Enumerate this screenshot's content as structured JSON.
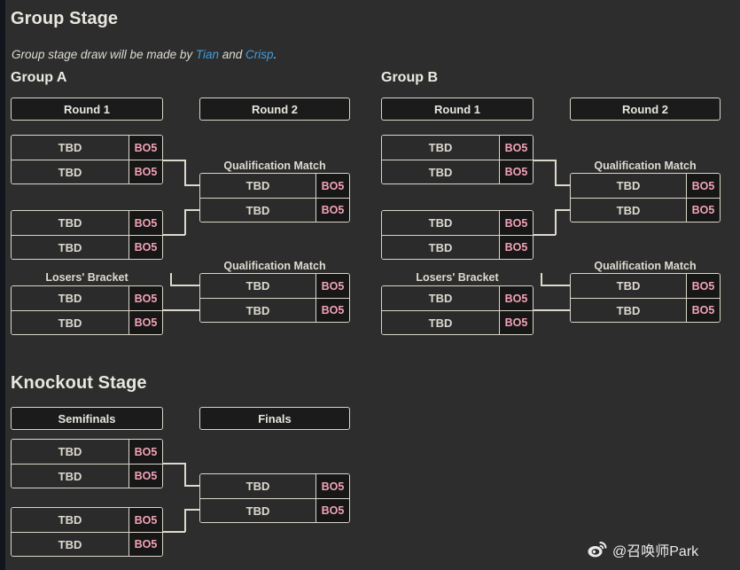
{
  "theme": {
    "page_bg": "#2d2d2d",
    "strip": "#11161d",
    "line": "#dddacd",
    "text": "#e8e6dd",
    "bo_text": "#f2a2b6",
    "bo_bg": "#171717",
    "link": "#3f9fe3"
  },
  "group_stage": {
    "heading": "Group Stage",
    "note": {
      "before": "Group stage draw will be made by ",
      "link1": "Tian",
      "middle": " and ",
      "link2": "Crisp",
      "after": "."
    },
    "groups": [
      {
        "title": "Group A",
        "round1_label": "Round 1",
        "round2_label": "Round 2",
        "losers_caption": "Losers' Bracket",
        "qual_caption_1": "Qualification Match",
        "qual_caption_2": "Qualification Match",
        "matches": {
          "r1_m1": [
            {
              "team": "TBD",
              "bo": "BO5"
            },
            {
              "team": "TBD",
              "bo": "BO5"
            }
          ],
          "r1_m2": [
            {
              "team": "TBD",
              "bo": "BO5"
            },
            {
              "team": "TBD",
              "bo": "BO5"
            }
          ],
          "losers": [
            {
              "team": "TBD",
              "bo": "BO5"
            },
            {
              "team": "TBD",
              "bo": "BO5"
            }
          ],
          "qual1": [
            {
              "team": "TBD",
              "bo": "BO5"
            },
            {
              "team": "TBD",
              "bo": "BO5"
            }
          ],
          "qual2": [
            {
              "team": "TBD",
              "bo": "BO5"
            },
            {
              "team": "TBD",
              "bo": "BO5"
            }
          ]
        }
      },
      {
        "title": "Group B",
        "round1_label": "Round 1",
        "round2_label": "Round 2",
        "losers_caption": "Losers' Bracket",
        "qual_caption_1": "Qualification Match",
        "qual_caption_2": "Qualification Match",
        "matches": {
          "r1_m1": [
            {
              "team": "TBD",
              "bo": "BO5"
            },
            {
              "team": "TBD",
              "bo": "BO5"
            }
          ],
          "r1_m2": [
            {
              "team": "TBD",
              "bo": "BO5"
            },
            {
              "team": "TBD",
              "bo": "BO5"
            }
          ],
          "losers": [
            {
              "team": "TBD",
              "bo": "BO5"
            },
            {
              "team": "TBD",
              "bo": "BO5"
            }
          ],
          "qual1": [
            {
              "team": "TBD",
              "bo": "BO5"
            },
            {
              "team": "TBD",
              "bo": "BO5"
            }
          ],
          "qual2": [
            {
              "team": "TBD",
              "bo": "BO5"
            },
            {
              "team": "TBD",
              "bo": "BO5"
            }
          ]
        }
      }
    ]
  },
  "knockout_stage": {
    "heading": "Knockout Stage",
    "semifinals_label": "Semifinals",
    "finals_label": "Finals",
    "matches": {
      "sf1": [
        {
          "team": "TBD",
          "bo": "BO5"
        },
        {
          "team": "TBD",
          "bo": "BO5"
        }
      ],
      "sf2": [
        {
          "team": "TBD",
          "bo": "BO5"
        },
        {
          "team": "TBD",
          "bo": "BO5"
        }
      ],
      "final": [
        {
          "team": "TBD",
          "bo": "BO5"
        },
        {
          "team": "TBD",
          "bo": "BO5"
        }
      ]
    }
  },
  "watermark": {
    "icon": "weibo-icon",
    "handle": "@召唤师Park"
  }
}
